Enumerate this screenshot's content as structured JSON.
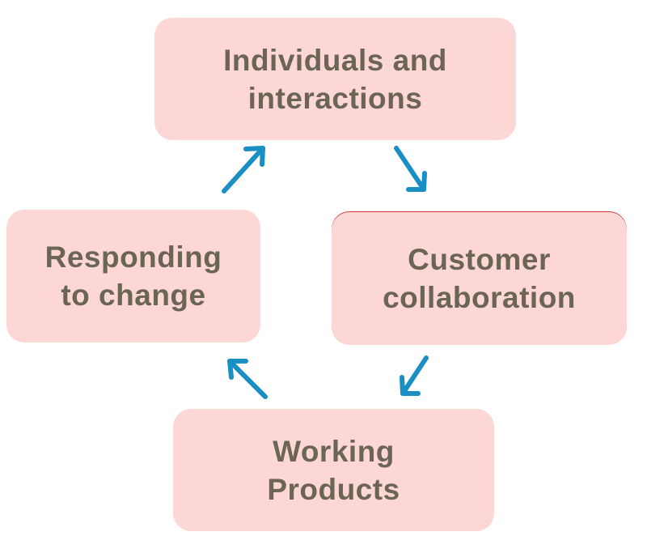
{
  "diagram": {
    "nodes": {
      "top": {
        "line1": "Individuals and",
        "line2": "interactions"
      },
      "right": {
        "line1": "Customer",
        "line2": "collaboration"
      },
      "bottom": {
        "line1": "Working",
        "line2": "Products"
      },
      "left": {
        "line1": "Responding",
        "line2": "to change"
      }
    },
    "colors": {
      "box_fill": "#fdd7d6",
      "text": "#6b6457",
      "arrow": "#1a8fc4"
    },
    "cycle_order": [
      "top",
      "right",
      "bottom",
      "left"
    ]
  }
}
